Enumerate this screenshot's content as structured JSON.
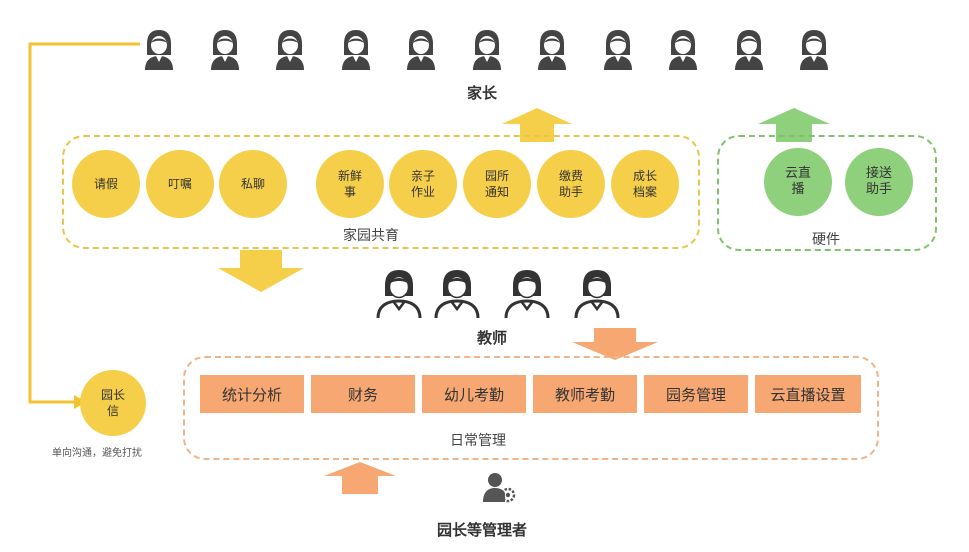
{
  "parents": {
    "label": "家长",
    "count": 11
  },
  "teachers": {
    "label": "教师",
    "count": 4
  },
  "home_school": {
    "caption": "家园共育",
    "left_items": [
      "请假",
      "叮嘱",
      "私聊"
    ],
    "right_items": [
      "新鲜\n事",
      "亲子\n作业",
      "园所\n通知",
      "缴费\n助手",
      "成长\n档案"
    ]
  },
  "hardware": {
    "caption": "硬件",
    "items": [
      "云直\n播",
      "接送\n助手"
    ]
  },
  "daily": {
    "caption": "日常管理",
    "items": [
      "统计分析",
      "财务",
      "幼儿考勤",
      "教师考勤",
      "园务管理",
      "云直播设置"
    ]
  },
  "principal_letter": {
    "label": "园长\n信",
    "note": "单向沟通，避免打扰"
  },
  "admin": {
    "label": "园长等管理者"
  },
  "colors": {
    "yellow": "#f6cf4a",
    "green": "#8ed07c",
    "orange": "#f6a772",
    "dash_yellow": "#e8c64a",
    "dash_green": "#7fc46c",
    "dash_orange": "#f0b48a"
  }
}
